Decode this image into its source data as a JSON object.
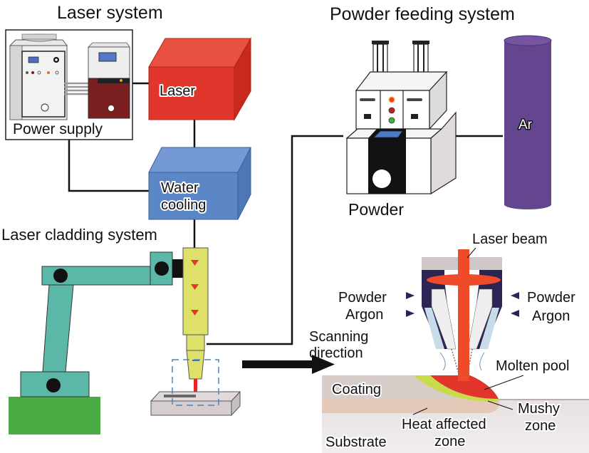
{
  "titles": {
    "laser_system": "Laser system",
    "powder_feeding_system": "Powder feeding system",
    "laser_cladding_system": "Laser cladding system"
  },
  "components": {
    "power_supply": "Power supply",
    "laser": "Laser",
    "water_cooling_line1": "Water",
    "water_cooling_line2": "cooling",
    "powder": "Powder",
    "argon_tank": "Ar"
  },
  "cladding_detail": {
    "laser_beam": "Laser beam",
    "powder_left": "Powder",
    "argon_left": "Argon",
    "powder_right": "Powder",
    "argon_right": "Argon",
    "scanning_line1": "Scanning",
    "scanning_line2": "direction",
    "molten_pool": "Molten pool",
    "coating": "Coating",
    "mushy_line1": "Mushy",
    "mushy_line2": "zone",
    "haz_line1": "Heat affected",
    "haz_line2": "zone",
    "substrate": "Substrate"
  },
  "colors": {
    "laser_red": "#e0362c",
    "water_blue": "#5b87c7",
    "argon_purple": "#64458f",
    "robot_teal": "#5bb8a8",
    "robot_base_green": "#4aaa44",
    "cladding_head_yellow": "#dfe06a",
    "nozzle_navy": "#2a2552",
    "mushy_green": "#c8dc4a",
    "substrate_gray": "#ddd5d5",
    "coating_tan": "#d8c8c0"
  }
}
